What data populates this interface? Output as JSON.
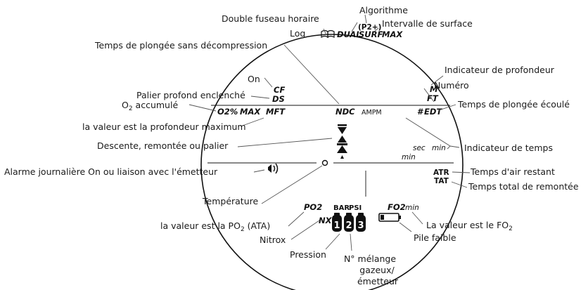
{
  "labels": {
    "algorithme": "Algorithme",
    "double_fuseau": "Double fuseau horaire",
    "intervalle_surface": "Intervalle de surface",
    "log": "Log",
    "temps_sans_deco": "Temps de plongée sans décompression",
    "indicateur_profondeur": "Indicateur de profondeur",
    "on": "On",
    "numero": "Numéro",
    "palier_profond": "Palier profond enclenché",
    "o2_accumule_prefix": "O",
    "o2_accumule_sub": "2",
    "o2_accumule_suffix": " accumulé",
    "temps_ecoule": "Temps de plongée écoulé",
    "prof_max": "la valeur est la profondeur maximum",
    "descente": "Descente, remontée ou palier",
    "indicateur_temps": "Indicateur de temps",
    "alarme": "Alarme journalière On ou liaison avec l'émetteur",
    "temps_air_restant": "Temps d'air restant",
    "temps_total_remontee": "Temps total de remontée",
    "temperature": "Température",
    "po2_prefix": "la valeur est la PO",
    "po2_sub": "2",
    "po2_suffix": " (ATA)",
    "fo2_prefix": "La valeur est le FO",
    "fo2_sub": "2",
    "nitrox": "Nitrox",
    "pile_faible": "Pile faible",
    "pression": "Pression",
    "melange_1": "N° mélange",
    "melange_2": "gazeux/",
    "melange_3": "émetteur"
  },
  "display": {
    "p2": "(P2+)",
    "dual": "DUAL",
    "surf": "SURF",
    "max_top": "MAX",
    "cf": "CF",
    "ds": "DS",
    "m": "M",
    "ft": "FT",
    "o2pct": "O2%",
    "max_row": "MAX",
    "mft": "MFT",
    "ndc": "NDC",
    "ampm": "AMPM",
    "hash": "#",
    "edt": "EDT",
    "sec": "sec",
    "min_a": "min",
    "min_b": "min",
    "atr": "ATR",
    "tat": "TAT",
    "po2": "PO2",
    "bar": "BAR",
    "psi": "PSI",
    "fo2": "FO2",
    "min_c": "min",
    "nx": "NX",
    "tank1": "1",
    "tank2": "2",
    "tank3": "3"
  }
}
